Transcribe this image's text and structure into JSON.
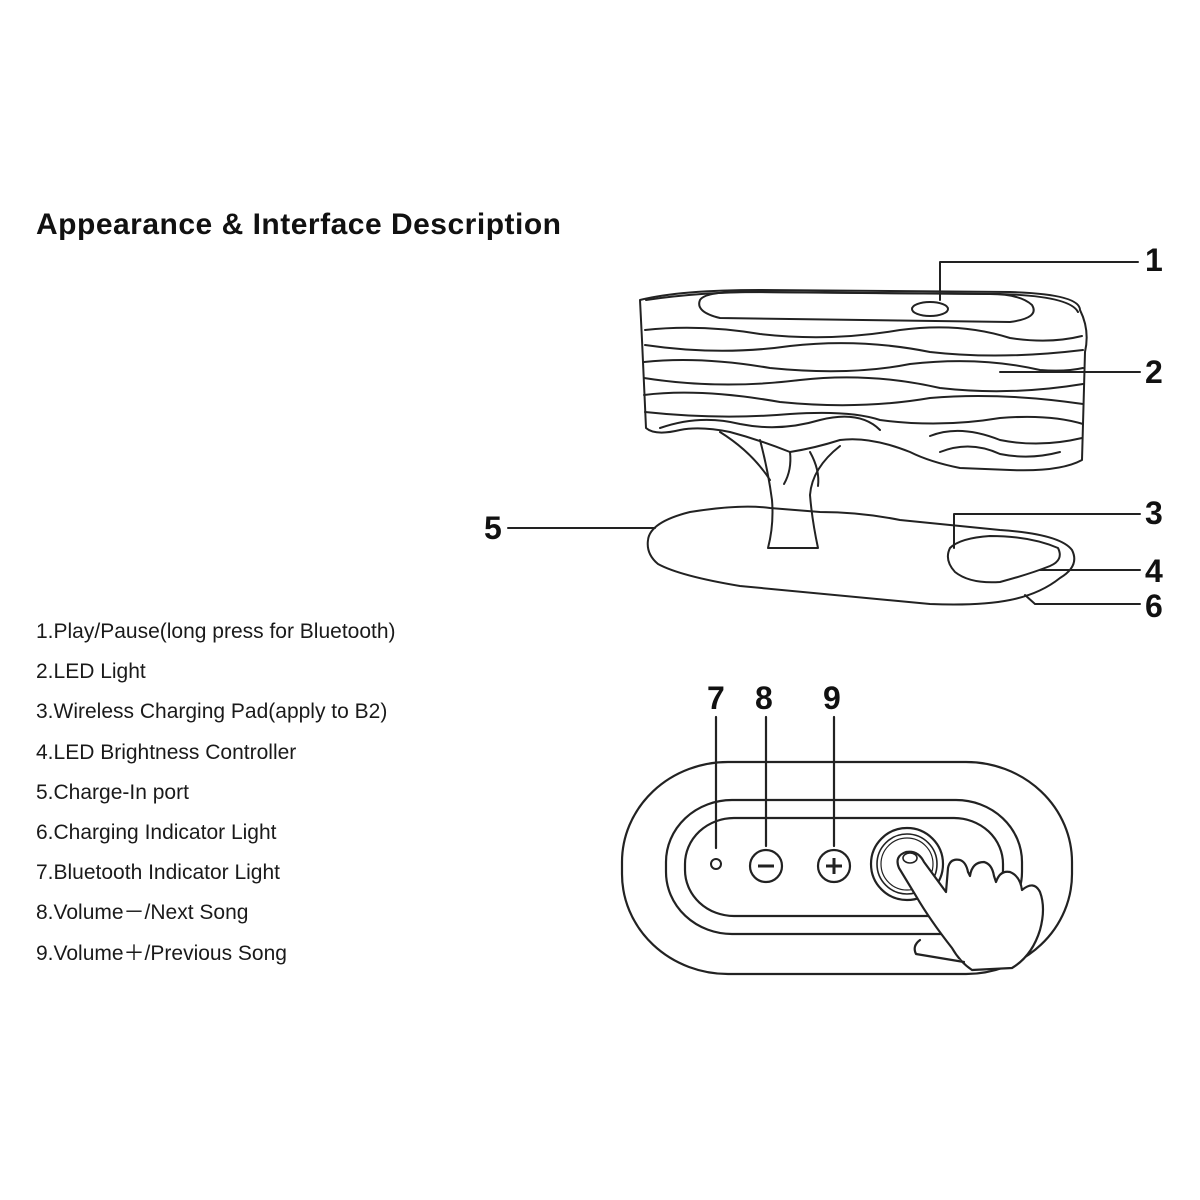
{
  "title": "Appearance & Interface Description",
  "callouts": [
    "1",
    "2",
    "3",
    "4",
    "5",
    "6",
    "7",
    "8",
    "9"
  ],
  "legend": [
    "1.Play/Pause(long press for Bluetooth)",
    "2.LED Light",
    "3.Wireless Charging Pad(apply to B2)",
    "4.LED Brightness Controller",
    "5.Charge-In port",
    "6.Charging Indicator Light",
    "7.Bluetooth Indicator Light",
    "8.Volume－/Next Song",
    "9.Volume＋/Previous Song"
  ],
  "colors": {
    "line": "#222222",
    "text": "#111111",
    "background": "#ffffff"
  },
  "icons": [
    "minus-icon",
    "plus-icon",
    "play-pause-icon",
    "hand-icon"
  ]
}
